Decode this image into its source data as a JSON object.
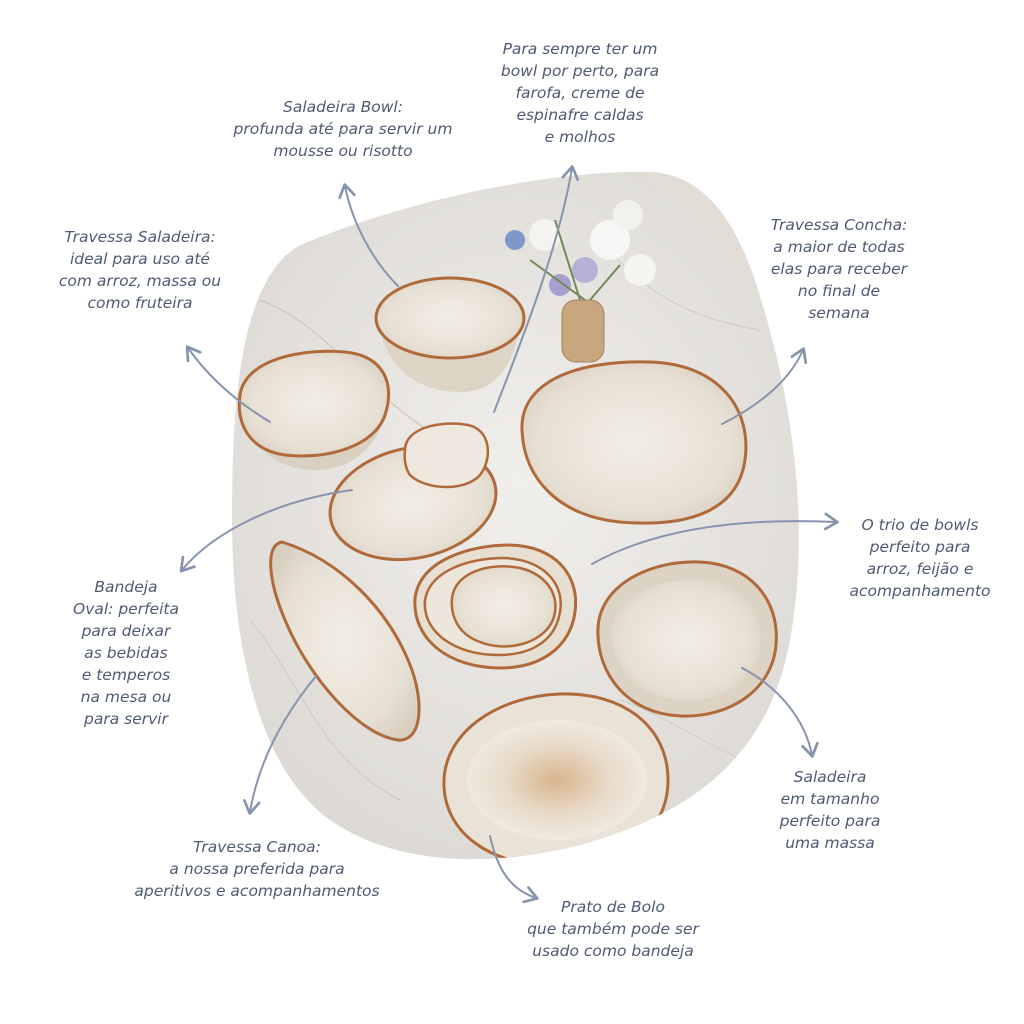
{
  "colors": {
    "label_text": "#4f5a73",
    "arrow": "#8794ad",
    "background": "#ffffff",
    "marble": "#e8e6e2",
    "ceramic": "#ece6dc",
    "rim": "#b06a3a"
  },
  "annotations": [
    {
      "id": "bowl-near",
      "lines": [
        "Para sempre ter um",
        "bowl por perto, para",
        "farofa, creme de",
        "espinafre caldas",
        "e molhos"
      ]
    },
    {
      "id": "saladeira-bowl",
      "lines": [
        "Saladeira Bowl:",
        "profunda até para servir um",
        "mousse ou risotto"
      ]
    },
    {
      "id": "travessa-saladeira",
      "lines": [
        "Travessa Saladeira:",
        "ideal para uso até",
        "com arroz, massa ou",
        "como fruteira"
      ]
    },
    {
      "id": "travessa-concha",
      "lines": [
        "Travessa Concha:",
        "a maior de todas",
        "elas para receber",
        "no final de",
        "semana"
      ]
    },
    {
      "id": "trio-bowls",
      "lines": [
        "O trio de bowls",
        "perfeito para",
        "arroz, feijão e",
        "acompanhamento"
      ]
    },
    {
      "id": "bandeja-oval",
      "lines": [
        "Bandeja",
        "Oval: perfeita",
        "para deixar",
        "as bebidas",
        "e temperos",
        "na mesa ou",
        "para servir"
      ]
    },
    {
      "id": "saladeira",
      "lines": [
        "Saladeira",
        "em tamanho",
        "perfeito para",
        "uma massa"
      ]
    },
    {
      "id": "travessa-canoa",
      "lines": [
        "Travessa Canoa:",
        "a nossa preferida para",
        "aperitivos e acompanhamentos"
      ]
    },
    {
      "id": "prato-bolo",
      "lines": [
        "Prato de Bolo",
        "que também pode ser",
        "usado como bandeja"
      ]
    }
  ]
}
